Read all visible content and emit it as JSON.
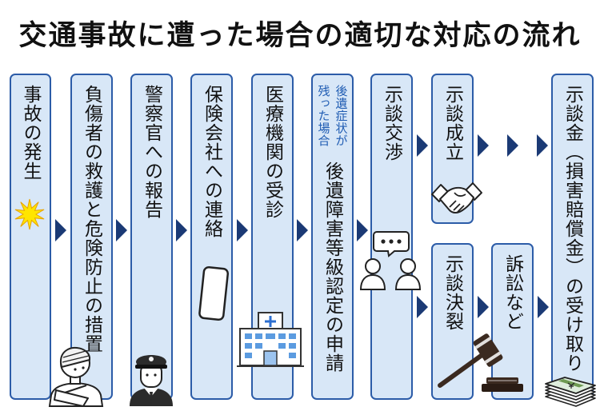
{
  "title": "交通事故に遭った場合の適切な対応の流れ",
  "colors": {
    "box_border": "#2c5ca8",
    "box_fill": "#d8e7f7",
    "arrow": "#1b3a75",
    "note_text": "#1f5cb3",
    "text": "#111111"
  },
  "steps": [
    {
      "label": "事故の発生",
      "icon": "explosion-icon"
    },
    {
      "label": "負傷者の救護と危険防止の措置",
      "icon": "injured-person-icon"
    },
    {
      "label": "警察官への報告",
      "icon": "police-officer-icon"
    },
    {
      "label": "保険会社への連絡",
      "icon": "smartphone-icon"
    },
    {
      "label": "医療機関の受診",
      "icon": "hospital-icon"
    },
    {
      "note": [
        "後遺症状が",
        "残った場合"
      ],
      "label": "後遺障害等級認定の申請"
    },
    {
      "label": "示談交渉",
      "icon": "conversation-icon"
    },
    {
      "label": "示談成立",
      "icon": "handshake-icon"
    },
    {
      "label": "示談決裂",
      "icon": "gavel-icon"
    },
    {
      "label": "訴訟など"
    },
    {
      "label": "示談金（損害賠償金）の受け取り",
      "icon": "money-stack-icon"
    }
  ]
}
